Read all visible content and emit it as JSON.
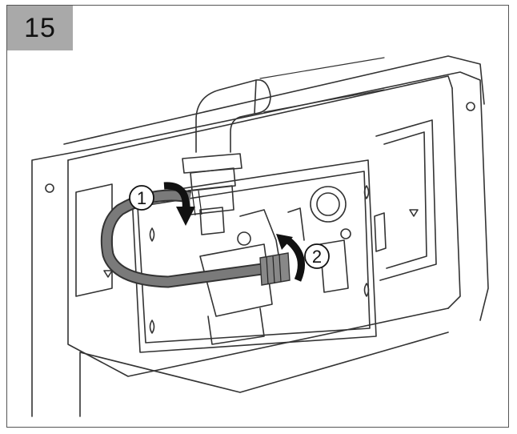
{
  "figure": {
    "step_number": "15",
    "callouts": [
      {
        "label": "1",
        "meaning": ""
      },
      {
        "label": "2",
        "meaning": ""
      }
    ]
  },
  "colors": {
    "line": "#333333",
    "badge": "#a9a9a9",
    "hose": "#7a7a7a",
    "arrow": "#111111"
  },
  "icons": [
    "rotate-arrow-icon",
    "rotate-arrow-icon"
  ]
}
